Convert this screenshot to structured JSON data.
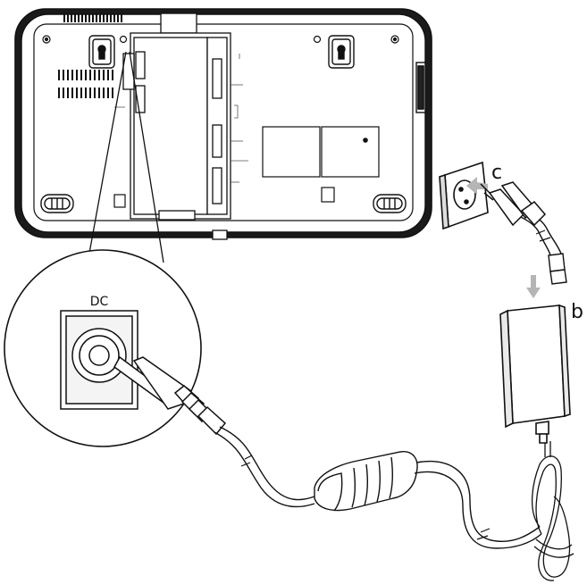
{
  "labels": {
    "dc": "DC",
    "plug_label": "c",
    "adapter_label": "b"
  },
  "colors": {
    "line": "#111111",
    "arrow": "#b5b5b5",
    "panel_fill": "#ffffff",
    "block_fill": "#f4f4f4"
  }
}
